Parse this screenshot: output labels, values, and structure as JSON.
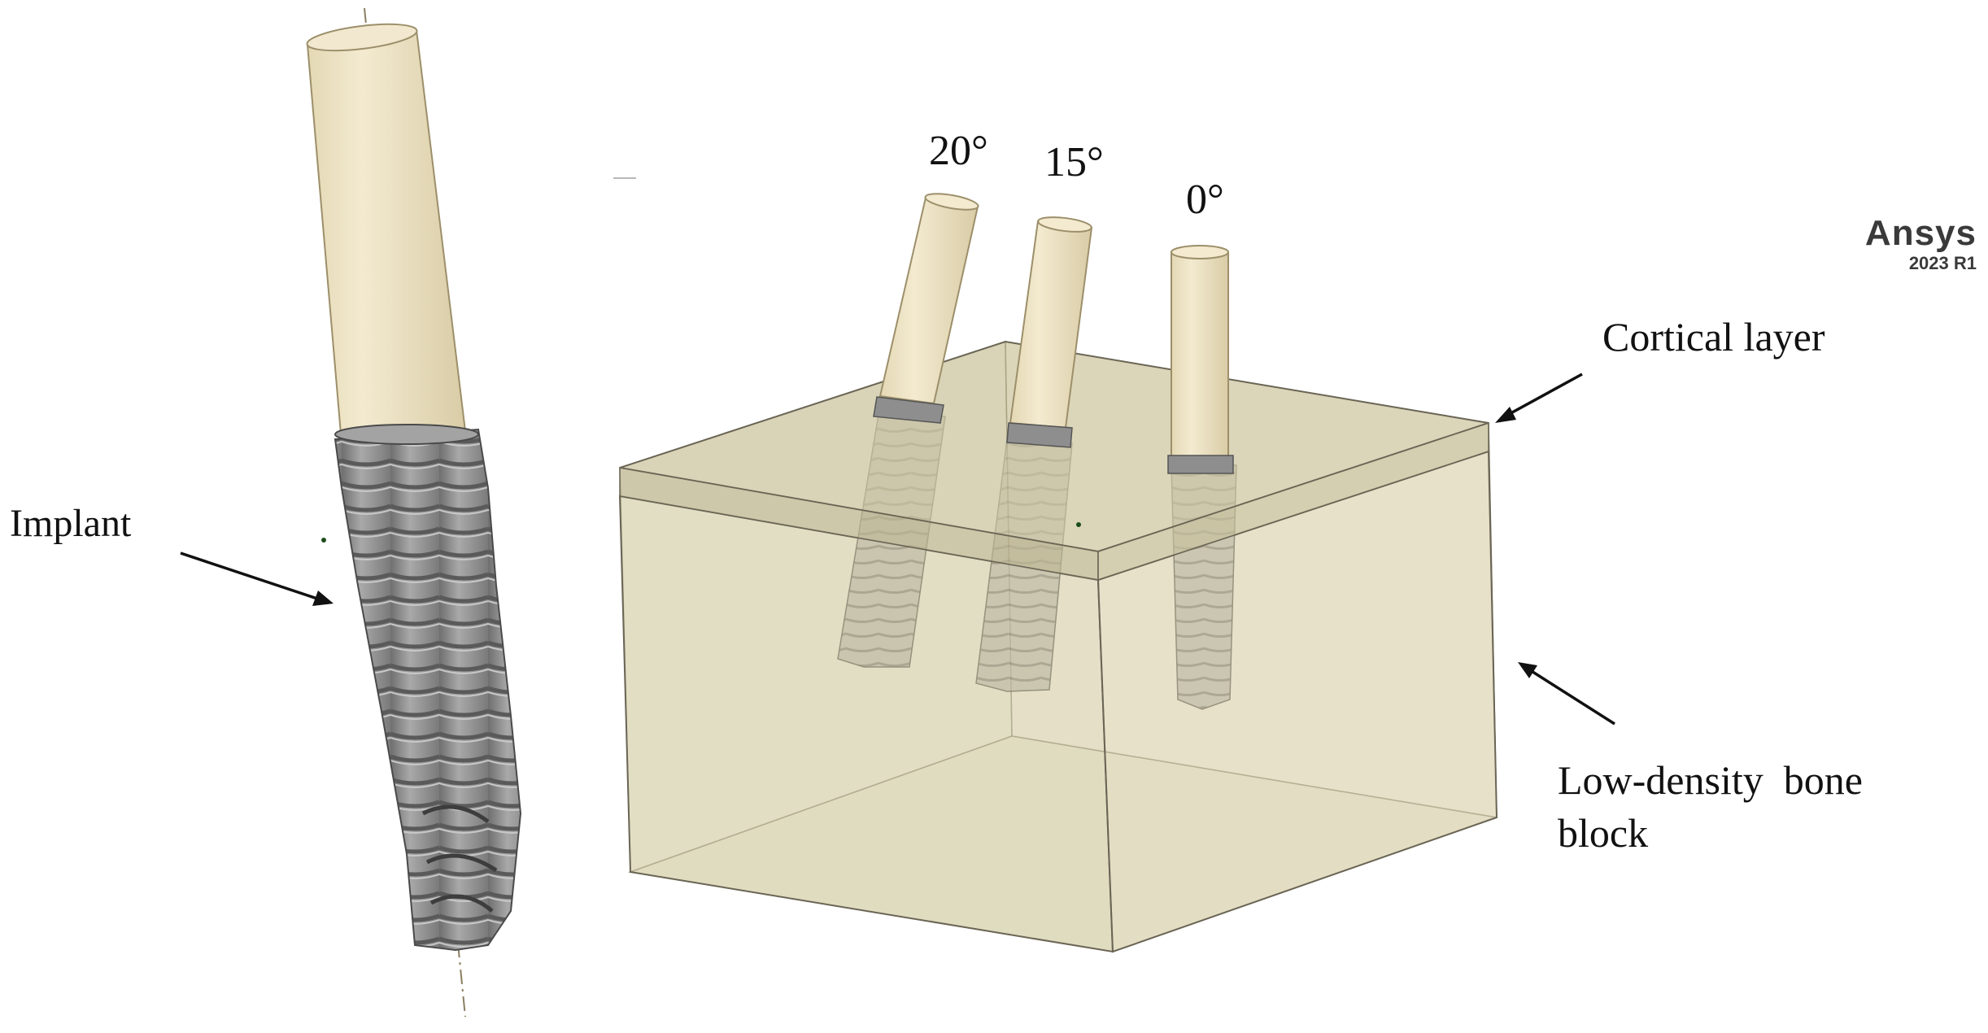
{
  "labels": {
    "implant": "Implant",
    "cortical": "Cortical layer",
    "bone_line1": "Low-density  bone",
    "bone_line2": "block"
  },
  "angles": [
    "20°",
    "15°",
    "0°"
  ],
  "brand": {
    "name": "Ansys",
    "version": "2023 R1"
  },
  "colors": {
    "cylinder": "#efe4c3",
    "implant_metal": "#8a8a8a",
    "bone_block": "#d8d3b0",
    "outline": "#6a6555"
  }
}
